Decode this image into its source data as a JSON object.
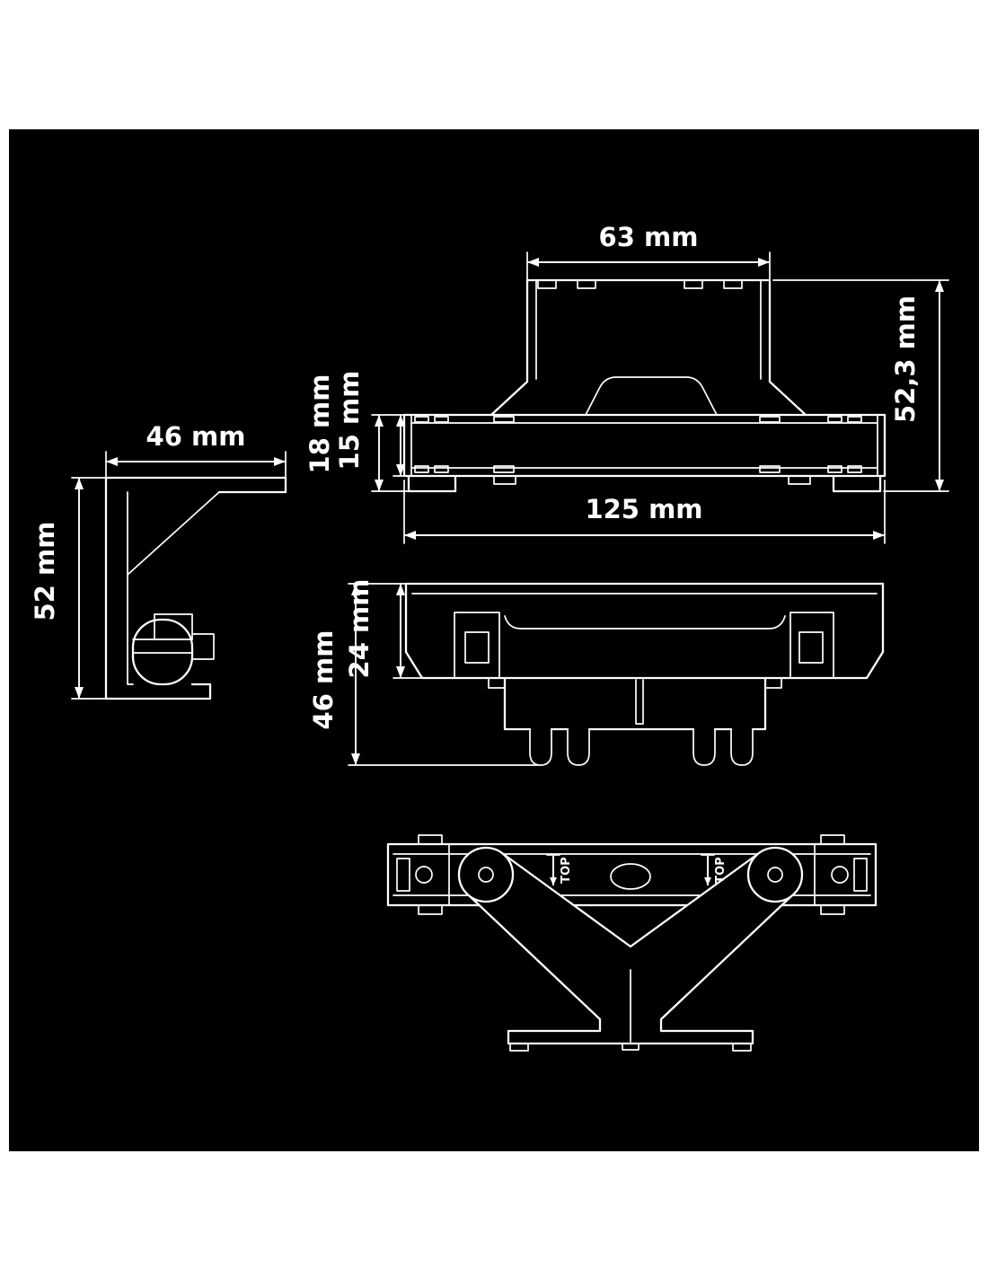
{
  "figure": {
    "colors": {
      "background": "#000000",
      "line": "#ffffff",
      "page": "#ffffff"
    },
    "views": {
      "front": {
        "dim_top": "63 mm",
        "dim_right": "52,3 mm",
        "dim_left_outer": "18 mm",
        "dim_left_inner": "15 mm",
        "dim_bottom": "125 mm"
      },
      "side": {
        "dim_top": "46 mm",
        "dim_left": "52 mm"
      },
      "plan": {
        "dim_left_outer": "46 mm",
        "dim_left_inner": "24 mm"
      },
      "rear": {
        "marking_left": "TOP",
        "marking_right": "TOP"
      }
    }
  }
}
